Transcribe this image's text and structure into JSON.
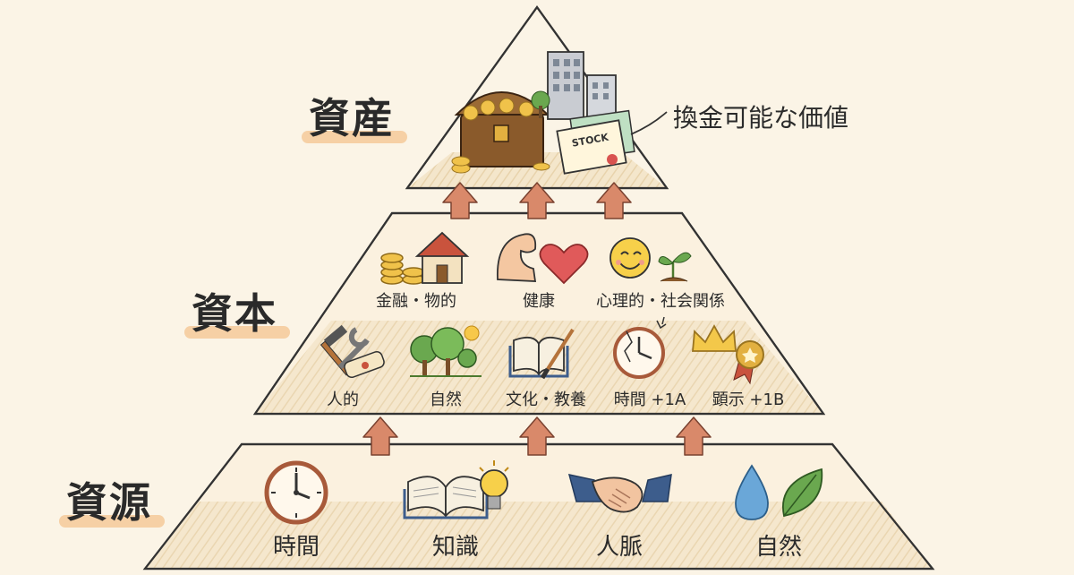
{
  "tiers": {
    "asset": {
      "title": "資産",
      "callout": "換金可能な価値"
    },
    "capital": {
      "title": "資本",
      "top_row": [
        "金融・物的",
        "健康",
        "心理的・社会関係"
      ],
      "bottom_row": [
        "人的",
        "自然",
        "文化・教養",
        "時間 +1A",
        "顕示 +1B"
      ]
    },
    "resource": {
      "title": "資源",
      "items": [
        "時間",
        "知識",
        "人脈",
        "自然"
      ]
    }
  },
  "icons": {
    "asset": [
      "treasure-chest-icon",
      "buildings-icon",
      "stock-certificate-icon"
    ],
    "capital_top": [
      "coins-house-icon",
      "muscle-heart-icon",
      "smile-sprout-icon"
    ],
    "capital_bottom": [
      "tools-scroll-icon",
      "trees-sun-icon",
      "book-brush-icon",
      "broken-clock-icon",
      "crown-medal-icon"
    ],
    "resource": [
      "clock-icon",
      "book-bulb-icon",
      "handshake-icon",
      "water-leaf-icon"
    ]
  },
  "certificate_text": "STOCK",
  "colors": {
    "background": "#fbf4e6",
    "band_fill": "#efdcbd",
    "outline": "#333333",
    "arrow": "#d9896a",
    "highlight": "#f2b36f"
  }
}
